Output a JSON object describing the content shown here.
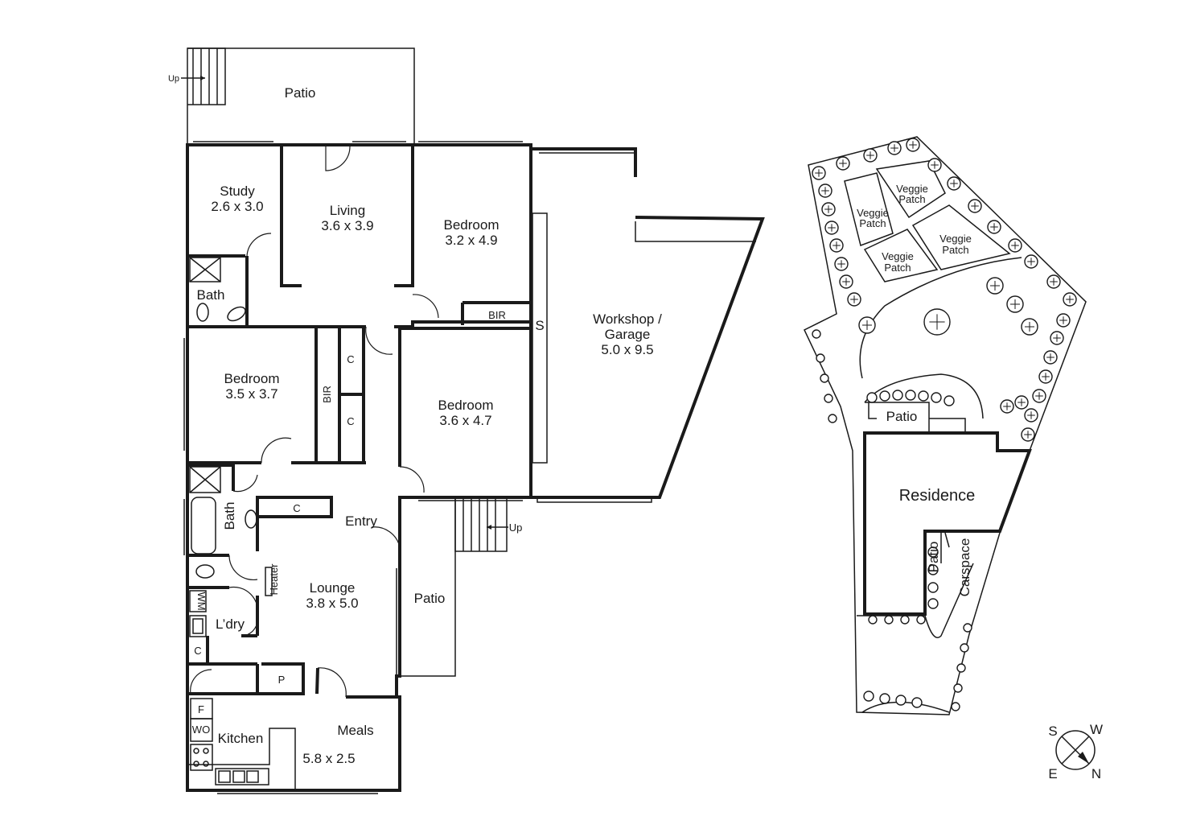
{
  "floor_plan": {
    "rooms": {
      "patio_rear": "Patio",
      "study": "Study",
      "study_dim": "2.6 x 3.0",
      "living": "Living",
      "living_dim": "3.6 x 3.9",
      "bedroom1": "Bedroom",
      "bedroom1_dim": "3.2 x 4.9",
      "bir1": "BIR",
      "bath1": "Bath",
      "bedroom2": "Bedroom",
      "bedroom2_dim": "3.5 x 3.7",
      "bir2": "BIR",
      "c1": "C",
      "c2": "C",
      "bedroom3": "Bedroom",
      "bedroom3_dim": "3.6 x 4.7",
      "s": "S",
      "workshop": "Workshop /",
      "garage": "Garage",
      "workshop_dim": "5.0 x 9.5",
      "bath2": "Bath",
      "c3": "C",
      "entry": "Entry",
      "heater": "Heater",
      "lounge": "Lounge",
      "lounge_dim": "3.8 x 5.0",
      "patio_side": "Patio",
      "wm": "WM",
      "laundry": "L’dry",
      "c4": "C",
      "p": "P",
      "f": "F",
      "wo": "WO",
      "kitchen": "Kitchen",
      "meals": "Meals",
      "meals_dim": "5.8 x 2.5",
      "up1": "Up",
      "up2": "Up"
    }
  },
  "site_plan": {
    "veggie1": [
      "Veggie",
      "Patch"
    ],
    "veggie2": [
      "Veggie",
      "Patch"
    ],
    "veggie3": [
      "Veggie",
      "Patch"
    ],
    "veggie4": [
      "Veggie",
      "Patch"
    ],
    "patio_top": "Patio",
    "residence": "Residence",
    "patio_side": "Patio",
    "carspace": "Carspace"
  },
  "compass": {
    "s": "S",
    "w": "W",
    "e": "E",
    "n": "N"
  },
  "colors": {
    "line": "#1a1a1a",
    "background": "#ffffff"
  }
}
